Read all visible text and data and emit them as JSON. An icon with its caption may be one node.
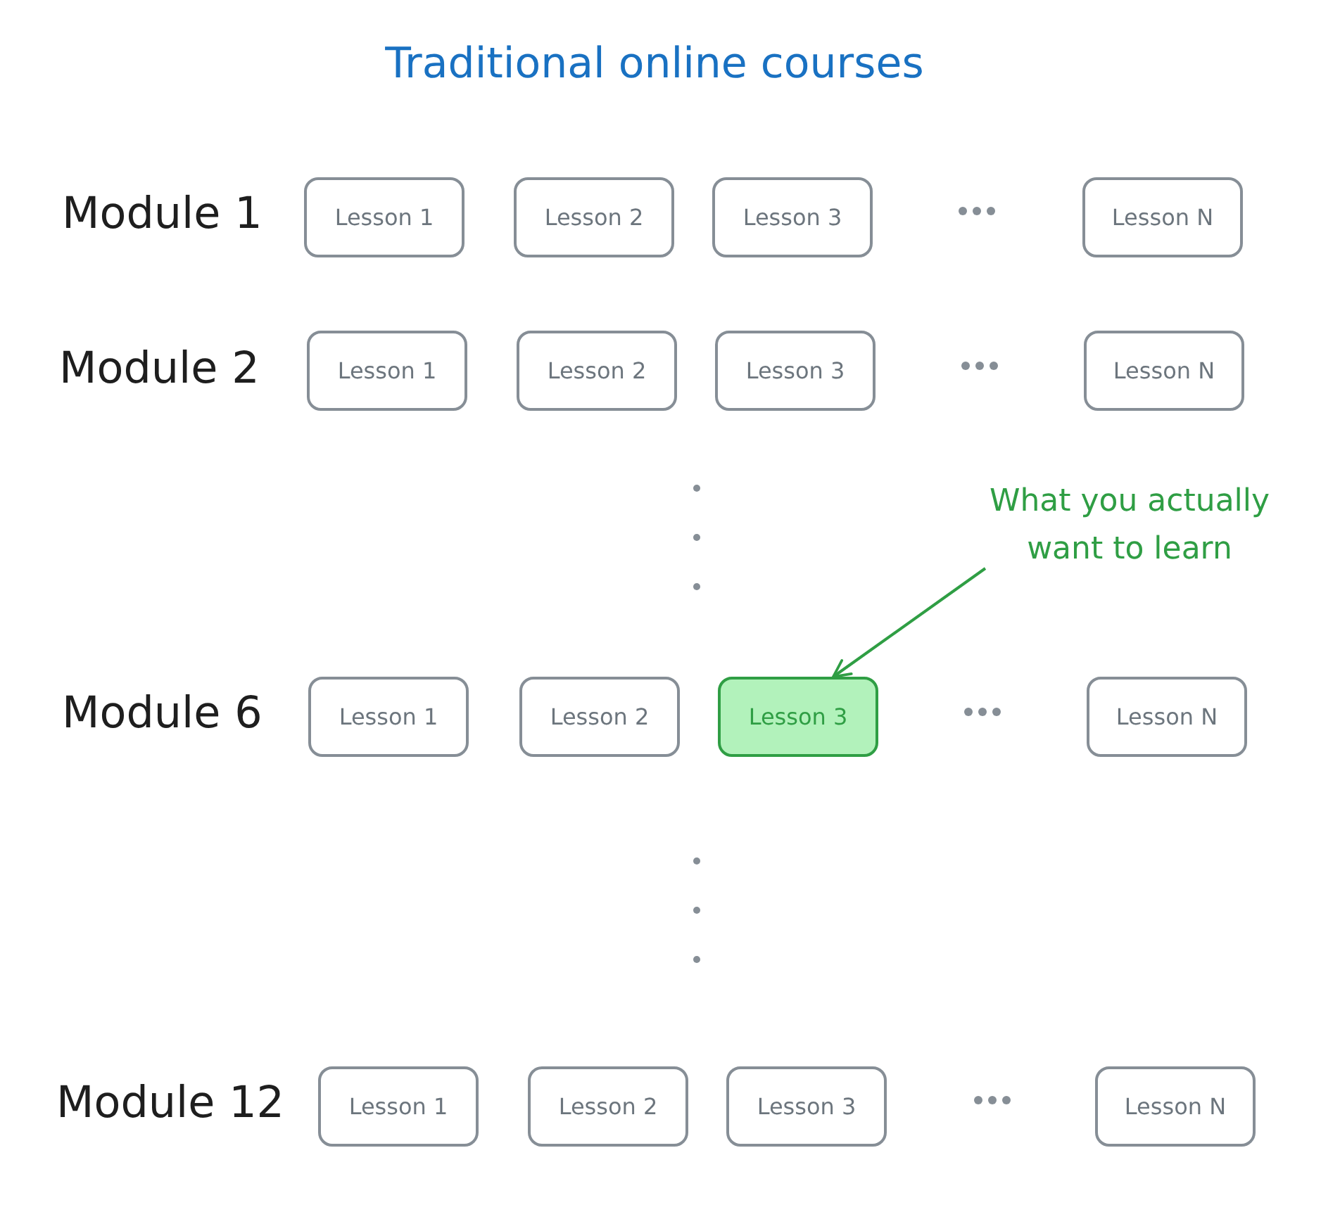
{
  "diagram": {
    "title": "Traditional online courses",
    "nodes": [
      {
        "text": [
          "Lesson 1"
        ]
      },
      {
        "text": [
          "Lesson 2"
        ]
      },
      {
        "text": [
          "Lesson 3"
        ]
      },
      {
        "text": [
          "Lesson N"
        ]
      },
      {
        "text": [
          "Lesson 1"
        ]
      },
      {
        "text": [
          "Lesson 2"
        ]
      },
      {
        "text": [
          "Lesson 3"
        ]
      },
      {
        "text": [
          "Lesson N"
        ]
      },
      {
        "text": [
          "What you actually want to learn"
        ]
      },
      {
        "text": [
          "Lesson 1"
        ]
      },
      {
        "text": [
          "Lesson 2"
        ]
      },
      {
        "text": [
          "Lesson 3"
        ]
      },
      {
        "text": [
          "Lesson N"
        ]
      },
      {
        "text": [
          "Lesson 1"
        ]
      },
      {
        "text": [
          "Lesson 2"
        ]
      },
      {
        "text": [
          "Lesson 3"
        ]
      },
      {
        "text": [
          "Lesson N"
        ]
      }
    ],
    "edges": [
      {
        "from": 8,
        "to": 11,
        "arrow": "to",
        "color": "#2f9e44"
      }
    ],
    "labels": [
      "Module 1",
      "Module 2",
      "Module 6",
      "Module 12"
    ]
  }
}
